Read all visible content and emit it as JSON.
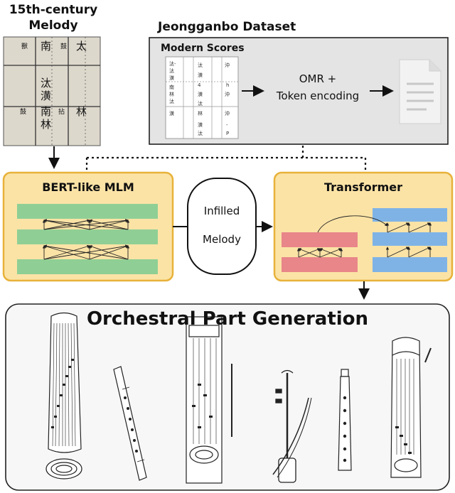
{
  "source_melody": {
    "title": "15th-century Melody",
    "line1": "15th-century",
    "line2": "Melody"
  },
  "dataset": {
    "title": "Jeongganbo Dataset",
    "scores_label": "Modern Scores",
    "process_line1": "OMR +",
    "process_line2": "Token encoding"
  },
  "mlm": {
    "title": "BERT-like MLM"
  },
  "infilled": {
    "line1": "Infilled",
    "line2": "Melody"
  },
  "transformer": {
    "title": "Transformer"
  },
  "generation": {
    "title": "Orchestral Part Generation"
  },
  "colors": {
    "panel_fill": "#fbe3a6",
    "panel_stroke": "#e8b23a",
    "green_bar": "#8fcf95",
    "red_bar": "#e8868a",
    "blue_bar": "#7fb3e6",
    "dataset_fill": "#e4e4e4"
  },
  "instruments": [
    "gayageum-icon",
    "daegeum-icon",
    "geomungo-icon",
    "haegeum-icon",
    "piri-icon",
    "ajaeng-icon"
  ]
}
